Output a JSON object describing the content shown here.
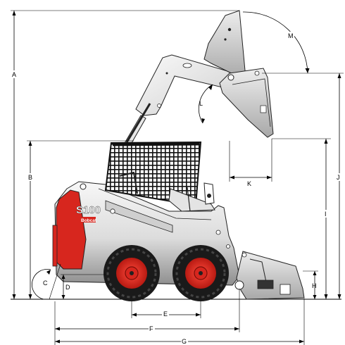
{
  "machine": {
    "model": "S100",
    "brand": "Bobcat",
    "colors": {
      "red": "#d7261e",
      "body_light": "#f2f2f2",
      "body_dark": "#9a9a9a",
      "tire": "#1a1a1a",
      "cage": "#111111"
    }
  },
  "dimensions": {
    "A": "A",
    "B": "B",
    "C": "C",
    "D": "D",
    "E": "E",
    "F": "F",
    "G": "G",
    "H": "H",
    "I": "I",
    "J": "J",
    "K": "K",
    "L": "L",
    "M": "M"
  }
}
